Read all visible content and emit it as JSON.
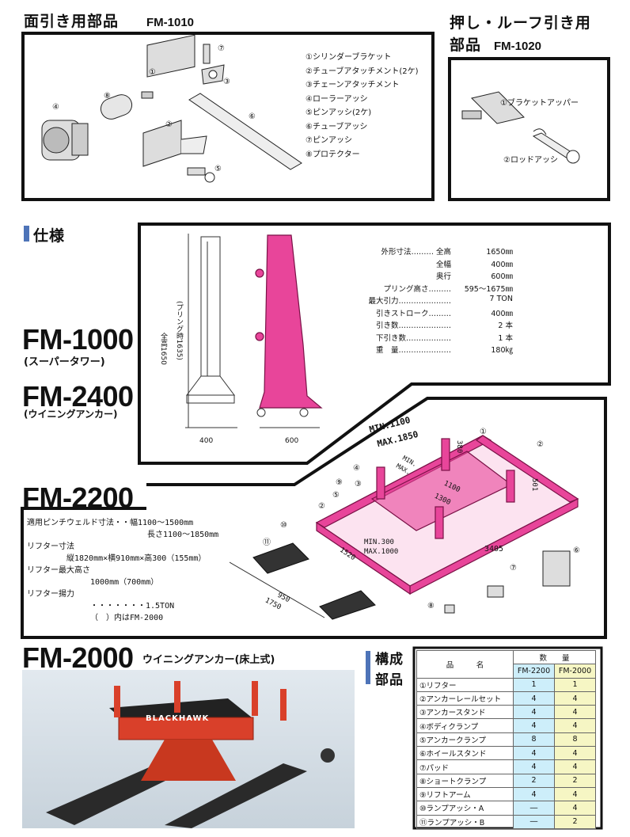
{
  "parts_1010": {
    "title": "面引き用部品",
    "model": "FM-1010",
    "items": [
      "①シリンダーブラケット",
      "②チューブアタッチメント(2ケ)",
      "③チェーンアタッチメント",
      "④ローラーアッシ",
      "⑤ピンアッシ(2ケ)",
      "⑥チューブアッシ",
      "⑦ピンアッシ",
      "⑧プロテクター"
    ],
    "callouts": [
      "①",
      "②",
      "③",
      "④",
      "⑤",
      "⑥",
      "⑦",
      "⑧"
    ]
  },
  "parts_1020": {
    "title_line1": "押し・ルーフ引き用",
    "title_line2": "部品",
    "model": "FM-1020",
    "items": [
      "①ブラケットアッパー",
      "②ロッドアッシ"
    ]
  },
  "spec": {
    "heading": "仕様",
    "rows": [
      {
        "k": "外形寸法……… 全高",
        "v": "1650㎜"
      },
      {
        "k": "全幅",
        "v": "400㎜"
      },
      {
        "k": "奥行",
        "v": "600㎜"
      },
      {
        "k": "プリング高さ………",
        "v": "595〜1675㎜"
      },
      {
        "k": "最大引力…………………",
        "v": "7 TON"
      },
      {
        "k": "引きストローク………",
        "v": "400㎜"
      },
      {
        "k": "引き数…………………",
        "v": "2 本"
      },
      {
        "k": "下引き数………………",
        "v": "1 本"
      },
      {
        "k": "重　量…………………",
        "v": "180㎏"
      }
    ],
    "dims": {
      "width": "400",
      "depth": "600",
      "height": "全高1650",
      "pull": "(プリング時1635)"
    }
  },
  "models": {
    "fm1000": "FM-1000",
    "fm1000_sub": "(スーパータワー)",
    "fm2400": "FM-2400",
    "fm2400_sub": "(ウイニングアンカー)",
    "fm2200": "FM-2200",
    "fm2000": "FM-2000",
    "fm2000_sub": "ウイニングアンカー(床上式)"
  },
  "fm2200_spec": {
    "l1": "適用ピンチウェルド寸法・・幅1100〜1500mm",
    "l2": "長さ1100〜1850mm",
    "l3": "リフター寸法",
    "l4": "縦1820mm×横910mm×高300（155mm）",
    "l5": "リフター最大高さ",
    "l6": "1000mm（700mm）",
    "l7": "リフター揚力",
    "l8": "・・・・・・・1.5TON",
    "l9": "（　）内はFM-2000"
  },
  "fm2200_dims": {
    "min1100": "MIN.1100",
    "max1850": "MAX.1850",
    "min": "MIN.",
    "max": "MAX.",
    "d380": "380",
    "d1100": "1100",
    "d1300": "1300",
    "d501": "501",
    "min300": "MIN.300",
    "max1000": "MAX.1000",
    "d1520": "1520",
    "d3405": "3405",
    "d950": "950",
    "d1750": "1750",
    "callouts": [
      "①",
      "②",
      "③",
      "④",
      "⑤",
      "⑥",
      "⑦",
      "⑧",
      "⑨",
      "⑩",
      "⑪",
      "②"
    ]
  },
  "photo": {
    "brand": "BLACKHAWK"
  },
  "composition": {
    "heading_l1": "構成",
    "heading_l2": "部品",
    "col_item": "品　　　名",
    "col_qty": "数　　量",
    "col_a": "FM-2200",
    "col_b": "FM-2000",
    "rows": [
      {
        "n": "①リフター",
        "a": "1",
        "b": "1"
      },
      {
        "n": "②アンカーレールセット",
        "a": "4",
        "b": "4"
      },
      {
        "n": "③アンカースタンド",
        "a": "4",
        "b": "4"
      },
      {
        "n": "④ボディクランプ",
        "a": "4",
        "b": "4"
      },
      {
        "n": "⑤アンカークランプ",
        "a": "8",
        "b": "8"
      },
      {
        "n": "⑥ホイールスタンド",
        "a": "4",
        "b": "4"
      },
      {
        "n": "⑦パッド",
        "a": "4",
        "b": "4"
      },
      {
        "n": "⑧ショートクランプ",
        "a": "2",
        "b": "2"
      },
      {
        "n": "⑨リフトアーム",
        "a": "4",
        "b": "4"
      },
      {
        "n": "⑩ランプアッシ・A",
        "a": "―",
        "b": "4"
      },
      {
        "n": "⑪ランプアッシ・B",
        "a": "―",
        "b": "2"
      }
    ]
  }
}
